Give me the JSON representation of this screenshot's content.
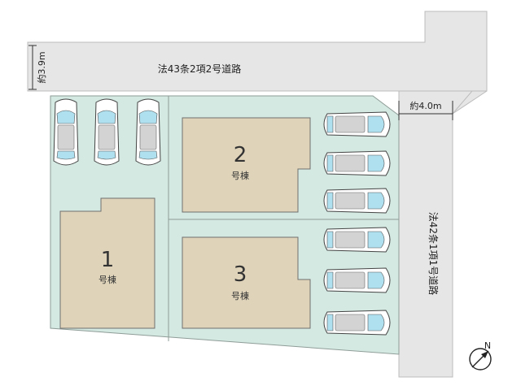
{
  "roads": {
    "north": "法43条2項2号道路",
    "east": "法42条1項1号道路"
  },
  "dimensions": {
    "north_width": "約3.9m",
    "east_width": "約4.0m"
  },
  "buildings": [
    {
      "number": "1",
      "label": "号棟"
    },
    {
      "number": "2",
      "label": "号棟"
    },
    {
      "number": "3",
      "label": "号棟"
    }
  ],
  "compass": {
    "label": "N"
  },
  "parking": {
    "vertical_cars": 3,
    "horizontal_cars": 6
  }
}
